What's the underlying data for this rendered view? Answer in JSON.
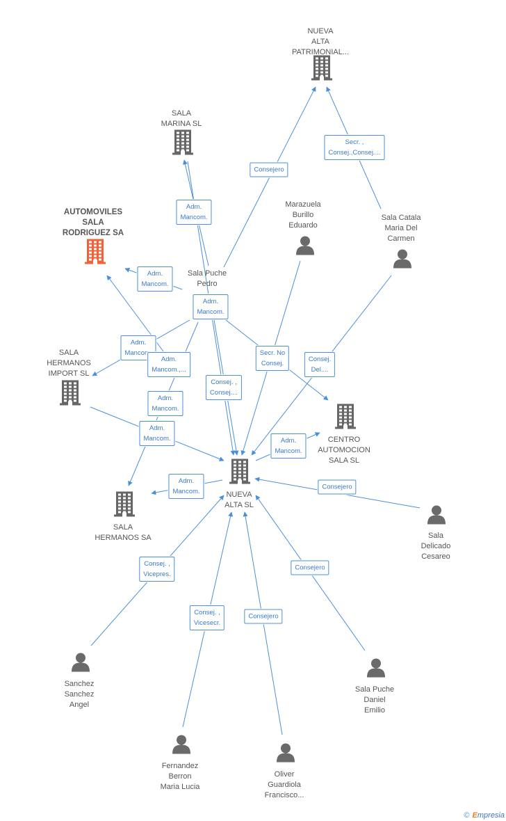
{
  "colors": {
    "edge": "#4a90d9",
    "building": "#666666",
    "focus_building": "#f0623a",
    "person": "#6a6a6a"
  },
  "nodes": [
    {
      "id": "nueva_alta_patrimonial",
      "type": "company",
      "label": "NUEVA\nALTA\nPATRIMONIAL..."
    },
    {
      "id": "sala_marina",
      "type": "company",
      "label": "SALA\nMARINA SL"
    },
    {
      "id": "automoviles",
      "type": "company",
      "label": "AUTOMOVILES\nSALA\nRODRIGUEZ SA",
      "focus": true
    },
    {
      "id": "marazuela",
      "type": "person",
      "label": "Marazuela\nBurillo\nEduardo"
    },
    {
      "id": "sala_catala",
      "type": "person",
      "label": "Sala Catala\nMaria Del\nCarmen"
    },
    {
      "id": "sala_puche_pedro",
      "type": "person",
      "label": "Sala Puche\nPedro"
    },
    {
      "id": "sala_hermanos_import",
      "type": "company",
      "label": "SALA\nHERMANOS\nIMPORT SL"
    },
    {
      "id": "centro_automocion",
      "type": "company",
      "label": "CENTRO\nAUTOMOCION\nSALA SL"
    },
    {
      "id": "nueva_alta",
      "type": "company",
      "label": "NUEVA\nALTA SL"
    },
    {
      "id": "sala_hermanos_sa",
      "type": "company",
      "label": "SALA\nHERMANOS SA"
    },
    {
      "id": "sala_delicado",
      "type": "person",
      "label": "Sala\nDelicado\nCesareo"
    },
    {
      "id": "sanchez",
      "type": "person",
      "label": "Sanchez\nSanchez\nAngel"
    },
    {
      "id": "sala_puche_daniel",
      "type": "person",
      "label": "Sala Puche\nDaniel\nEmilio"
    },
    {
      "id": "fernandez",
      "type": "person",
      "label": "Fernandez\nBerron\nMaria Lucia"
    },
    {
      "id": "oliver",
      "type": "person",
      "label": "Oliver\nGuardiola\nFrancisco..."
    }
  ],
  "edge_labels": [
    {
      "id": "e1",
      "text": "Consejero"
    },
    {
      "id": "e2",
      "text": "Secr. ,\nConsej.,Consej...."
    },
    {
      "id": "e3",
      "text": "Adm.\nMancom."
    },
    {
      "id": "e4",
      "text": "Adm.\nMancom."
    },
    {
      "id": "e5",
      "text": "Adm.\nMancom."
    },
    {
      "id": "e6",
      "text": "Adm.\nMancom."
    },
    {
      "id": "e7",
      "text": "Adm.\nMancom.,..."
    },
    {
      "id": "e8",
      "text": "Secr.  No\nConsej."
    },
    {
      "id": "e9",
      "text": "Consej.\nDel...."
    },
    {
      "id": "e10",
      "text": "Consej. ,\nConsej...."
    },
    {
      "id": "e11",
      "text": "Adm.\nMancom."
    },
    {
      "id": "e12",
      "text": "Adm.\nMancom."
    },
    {
      "id": "e13",
      "text": "Adm.\nMancom."
    },
    {
      "id": "e14",
      "text": "Adm.\nMancom."
    },
    {
      "id": "e15",
      "text": "Consejero"
    },
    {
      "id": "e16",
      "text": "Consej. ,\nVicepres."
    },
    {
      "id": "e17",
      "text": "Consejero"
    },
    {
      "id": "e18",
      "text": "Consej. ,\nVicesecr."
    },
    {
      "id": "e19",
      "text": "Consejero"
    }
  ],
  "footer": {
    "copyright": "©",
    "brand_e": "E",
    "brand_rest": "mpresia"
  }
}
